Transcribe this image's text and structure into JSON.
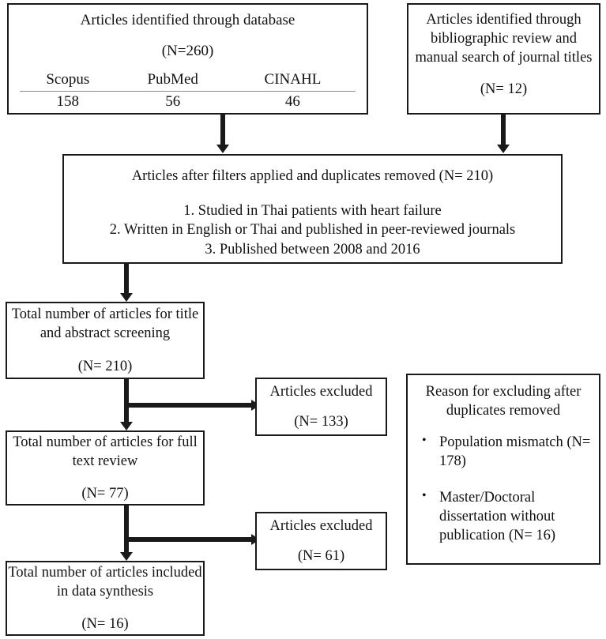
{
  "diagram": {
    "title": "Article selection flow diagram",
    "type": "prisma-flow",
    "line_color": "#1a1a1a"
  },
  "boxes": {
    "database": {
      "header": "Articles identified through database",
      "n_label": "(N=260)",
      "sources": {
        "columns": [
          "Scopus",
          "PubMed",
          "CINAHL"
        ],
        "counts": [
          "158",
          "56",
          "46"
        ]
      }
    },
    "biblio": {
      "header": "Articles identified through bibliographic review and manual search of journal titles",
      "n_label": "(N= 12)"
    },
    "filters": {
      "header": "Articles after filters applied and duplicates removed (N= 210)",
      "criteria": "1. Studied in Thai patients with heart failure\n2. Written in English or Thai and published in peer-reviewed journals\n3. Published between 2008 and 2016"
    },
    "screening": {
      "header": "Total number of articles for title and abstract screening",
      "n_label": "(N= 210)"
    },
    "fulltext": {
      "header": "Total number of articles for full text review",
      "n_label": "(N= 77)"
    },
    "included": {
      "header": "Total number of articles included in data synthesis",
      "n_label": "(N= 16)"
    },
    "excluded_1": {
      "header": "Articles excluded",
      "n_label": "(N= 133)"
    },
    "excluded_2": {
      "header": "Articles excluded",
      "n_label": "(N= 61)"
    },
    "reason": {
      "header": "Reason for excluding after duplicates removed",
      "bullet_glyph": "•",
      "items": [
        "Population mismatch (N= 178)",
        "Master/Doctoral dissertation without publication (N= 16)"
      ]
    }
  },
  "flow_data": {
    "type": "flowchart",
    "stages": [
      {
        "name": "Records identified through database search",
        "n": 260
      },
      {
        "name": "Scopus",
        "n": 158
      },
      {
        "name": "PubMed",
        "n": 56
      },
      {
        "name": "CINAHL",
        "n": 46
      },
      {
        "name": "Records identified through bibliographic review and manual search",
        "n": 12
      },
      {
        "name": "Records after filters applied and duplicates removed",
        "n": 210
      },
      {
        "name": "Articles for title and abstract screening",
        "n": 210
      },
      {
        "name": "Articles excluded at title/abstract screening",
        "n": 133
      },
      {
        "name": "Articles for full text review",
        "n": 77
      },
      {
        "name": "Articles excluded at full text review",
        "n": 61
      },
      {
        "name": "Articles included in data synthesis",
        "n": 16
      }
    ],
    "exclusion_reasons": [
      {
        "reason": "Population mismatch",
        "n": 178
      },
      {
        "reason": "Master/Doctoral dissertation without publication",
        "n": 16
      }
    ]
  }
}
